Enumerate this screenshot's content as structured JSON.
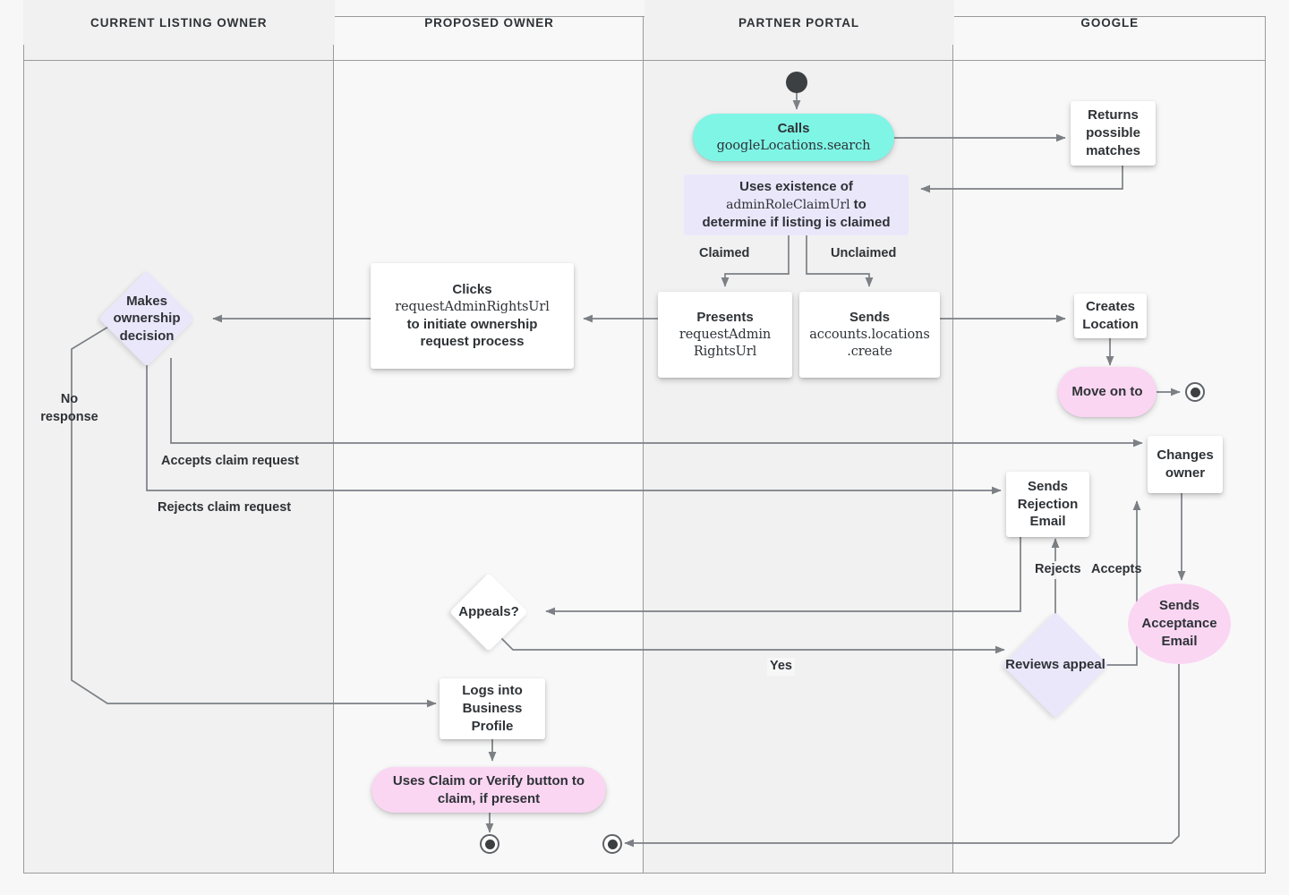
{
  "diagram": {
    "title": "Business Profile listing ownership transfer flow",
    "colors": {
      "background": "#F7F7F7",
      "lane_shade": "#F1F1F1",
      "lane_light": "#F8F8F8",
      "lane_border": "#9a9a9a",
      "connector": "#7c8085",
      "text": "#2e3236",
      "cyan": "#7FF5E6",
      "lavender": "#EBE7FB",
      "pink": "#FAD6F3",
      "white": "#ffffff",
      "terminal": "#3c4043"
    }
  },
  "lanes": [
    {
      "id": "current-listing-owner",
      "label": "CURRENT LISTING OWNER"
    },
    {
      "id": "proposed-owner",
      "label": "PROPOSED OWNER"
    },
    {
      "id": "partner-portal",
      "label": "PARTNER PORTAL"
    },
    {
      "id": "google",
      "label": "GOOGLE"
    }
  ],
  "nodes": {
    "calls_search": {
      "line1": "Calls",
      "line2": "googleLocations.search",
      "shape": "pill",
      "color": "cyan",
      "lane": "partner-portal"
    },
    "uses_existence": {
      "line1": "Uses existence of",
      "code": "adminRoleClaimUrl",
      "line2": "to",
      "line3": "determine if listing is claimed",
      "shape": "rect",
      "color": "lavender",
      "lane": "partner-portal"
    },
    "returns_matches": {
      "text": "Returns possible matches",
      "shape": "rect",
      "color": "white",
      "lane": "google"
    },
    "presents_url": {
      "line1": "Presents",
      "line2": "requestAdmin",
      "line3": "RightsUrl",
      "shape": "rect",
      "color": "white",
      "lane": "partner-portal"
    },
    "sends_create": {
      "line1": "Sends",
      "line2": "accounts.locations",
      "line3": ".create",
      "shape": "rect",
      "color": "white",
      "lane": "partner-portal"
    },
    "clicks_url": {
      "line1": "Clicks",
      "code": "requestAdminRightsUrl",
      "line2": "to initiate ownership",
      "line3": "request process",
      "shape": "rect",
      "color": "white",
      "lane": "proposed-owner"
    },
    "makes_decision": {
      "text": "Makes ownership decision",
      "shape": "diamond",
      "color": "lavender",
      "lane": "current-listing-owner"
    },
    "creates_location": {
      "text": "Creates Location",
      "shape": "rect",
      "color": "white",
      "lane": "google"
    },
    "move_on_to": {
      "text": "Move on to",
      "shape": "pill",
      "color": "pink",
      "lane": "google"
    },
    "changes_owner": {
      "text": "Changes owner",
      "shape": "rect",
      "color": "white",
      "lane": "google"
    },
    "sends_rejection": {
      "text": "Sends Rejection Email",
      "shape": "rect",
      "color": "white",
      "lane": "partner-portal"
    },
    "sends_acceptance": {
      "text": "Sends Acceptance Email",
      "shape": "ellipse",
      "color": "pink",
      "lane": "google"
    },
    "reviews_appeal": {
      "text": "Reviews appeal",
      "shape": "diamond",
      "color": "lavender",
      "lane": "partner-portal"
    },
    "appeals": {
      "text": "Appeals?",
      "shape": "diamond",
      "color": "white",
      "lane": "proposed-owner"
    },
    "logs_into": {
      "text": "Logs into Business Profile",
      "shape": "rect",
      "color": "white",
      "lane": "proposed-owner"
    },
    "uses_claim_verify": {
      "text": "Uses Claim or Verify button to claim, if present",
      "shape": "pill",
      "color": "pink",
      "lane": "proposed-owner"
    }
  },
  "node_text": {
    "calls_title": "Calls",
    "calls_code": "googleLocations.search",
    "uses_existence_l1": "Uses existence of",
    "uses_existence_code": "adminRoleClaimUrl",
    "uses_existence_l2": " to",
    "uses_existence_l3": "determine if listing is claimed",
    "returns_possible_matches": "Returns possible matches",
    "presents_title": "Presents",
    "presents_code": "requestAdmin RightsUrl",
    "sends_title": "Sends",
    "sends_code": "accounts.locations .create",
    "clicks_title": "Clicks",
    "clicks_code": "requestAdminRightsUrl",
    "clicks_l2": "to initiate ownership",
    "clicks_l3": "request process",
    "makes_ownership_decision": "Makes ownership decision",
    "creates_location": "Creates Location",
    "move_on_to": "Move on to",
    "changes_owner": "Changes owner",
    "sends_rejection_email": "Sends Rejection Email",
    "sends_acceptance_email": "Sends Acceptance Email",
    "reviews_appeal": "Reviews appeal",
    "appeals": "Appeals?",
    "logs_into_business_profile": "Logs into Business Profile",
    "uses_claim_verify": "Uses Claim or Verify button to claim, if present"
  },
  "edge_labels": {
    "claimed": "Claimed",
    "unclaimed": "Unclaimed",
    "no_response": "No response",
    "accepts_claim_request": "Accepts claim request",
    "rejects_claim_request": "Rejects claim request",
    "rejects": "Rejects",
    "accepts": "Accepts",
    "yes": "Yes"
  },
  "terminals": {
    "start_partner_portal": "start-node",
    "end_google": "end-node",
    "end_proposed_owner": "end-node",
    "end_partner_portal": "end-node"
  }
}
